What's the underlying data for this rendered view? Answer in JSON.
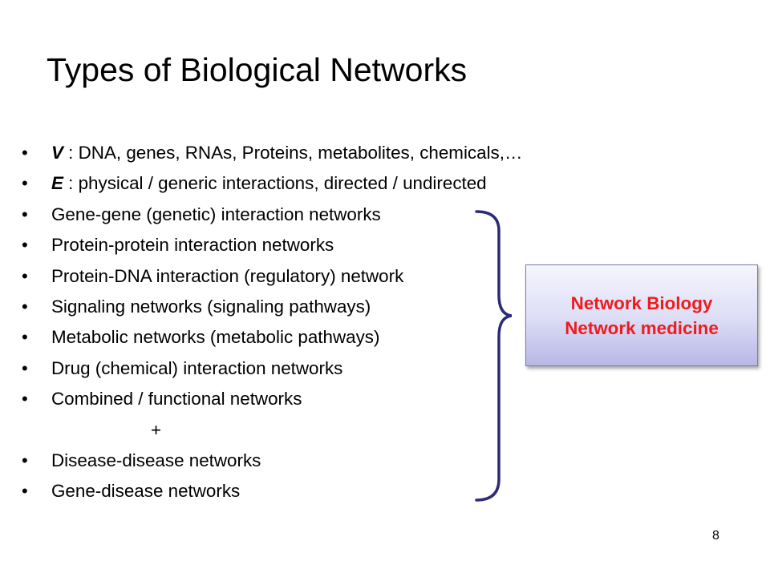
{
  "slide": {
    "title": "Types of Biological Networks",
    "bullet_symbol": "•",
    "bullets": [
      {
        "symbol": "V",
        "text": " : DNA, genes, RNAs, Proteins, metabolites, chemicals,…"
      },
      {
        "symbol": "E",
        "text": " : physical / generic interactions, directed / undirected"
      },
      {
        "text": "Gene-gene (genetic) interaction networks"
      },
      {
        "text": "Protein-protein interaction networks"
      },
      {
        "text": "Protein-DNA interaction (regulatory) network"
      },
      {
        "text": "Signaling networks (signaling pathways)"
      },
      {
        "text": "Metabolic networks (metabolic pathways)"
      },
      {
        "text": "Drug (chemical) interaction networks"
      },
      {
        "text": "Combined / functional networks"
      },
      {
        "text": "+"
      },
      {
        "text": "Disease-disease networks"
      },
      {
        "text": "Gene-disease networks"
      }
    ],
    "callout": {
      "line1": "Network Biology",
      "line2": "Network medicine"
    },
    "page_number": "8"
  },
  "colors": {
    "text": "#000000",
    "callout_text": "#ee1c1c",
    "bracket": "#2b2b7a",
    "callout_border": "#7a7ab8"
  }
}
